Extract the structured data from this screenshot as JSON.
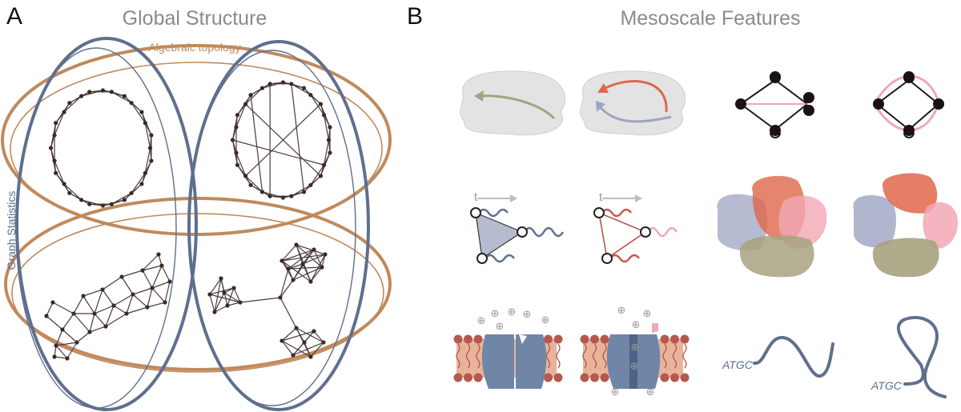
{
  "panel_a": {
    "letter": "A",
    "title": "Global Structure",
    "label_algebraic": "Algebraic topology",
    "label_graph": "Graph Statistics"
  },
  "panel_b": {
    "letter": "B",
    "title": "Mesoscale Features",
    "t_label_1": "t",
    "t_label_2": "t",
    "plus_symbol": "⊕",
    "seq_label_1": "ATGC",
    "seq_label_2": "ATGC"
  },
  "colors": {
    "text_gray": "#8a8a8a",
    "brown": "#c08a5d",
    "slate": "#5f6f8e",
    "node": "#3a2a2a",
    "edge": "#4b3a3a",
    "blob": "#e3e3e3",
    "olive": "#a7a27e",
    "orange": "#e0674a",
    "pink": "#f2a7b5",
    "lavender": "#9ea4c3",
    "membrane_head": "#b7574e",
    "membrane_body": "#e7b49b",
    "channel": "#6f86a8"
  },
  "icons": {
    "arrow": "arrow-icon",
    "plus": "plus-circle-icon",
    "node": "node-icon"
  }
}
